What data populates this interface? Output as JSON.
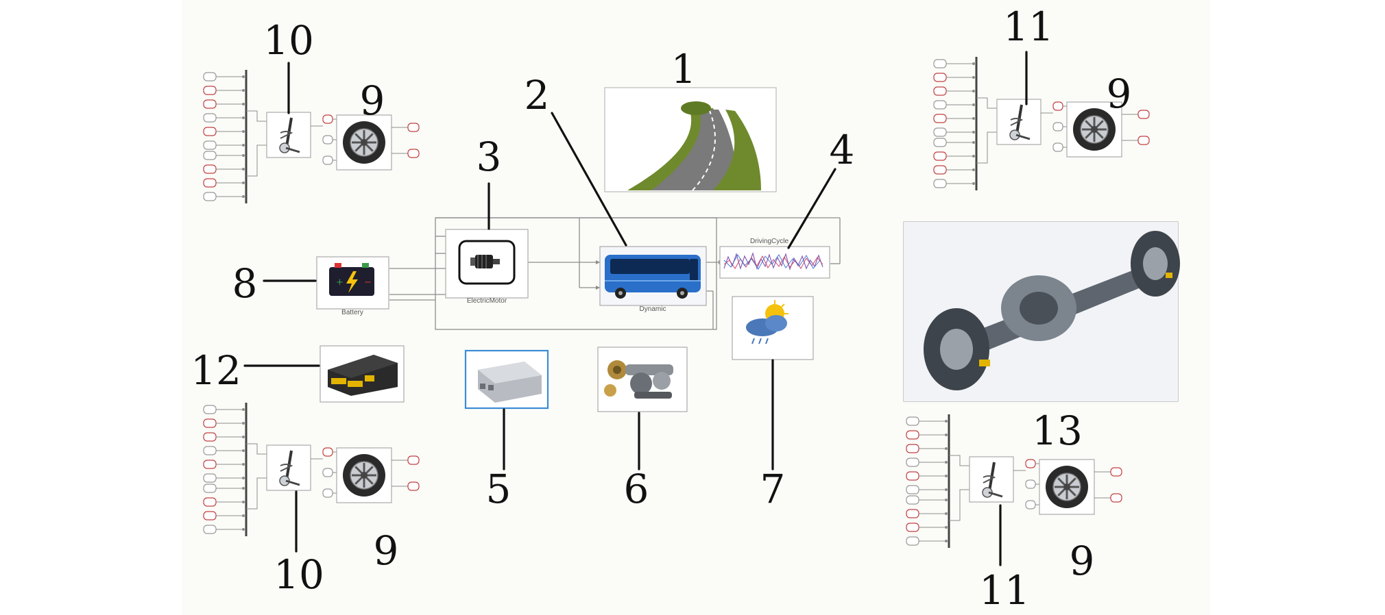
{
  "callouts": {
    "n1": "1",
    "n2": "2",
    "n3": "3",
    "n4": "4",
    "n5": "5",
    "n6": "6",
    "n7": "7",
    "n8": "8",
    "n12": "12",
    "n13": "13",
    "n9_tl": "9",
    "n9_tr": "9",
    "n9_bl": "9",
    "n9_br": "9",
    "n10_tl": "10",
    "n10_bl": "10",
    "n11_tr": "11",
    "n11_br": "11"
  },
  "block_labels": {
    "battery": "Battery",
    "electric_motor": "ElectricMotor",
    "dynamic": "Dynamic",
    "driving_cycle": "DrivingCycle"
  },
  "colors": {
    "bg_panel": "#fbfbf8",
    "wire": "#8c8c8c",
    "port_red": "#c04040",
    "road_green": "#6f8a2c",
    "road_grey": "#7a7a7a",
    "bus_blue": "#2a6fc9",
    "inverter_frame": "#3a8bd6",
    "ecu_yellow": "#e2b400",
    "battery_dark": "#1e1e2e",
    "wire_black": "#111111"
  },
  "icons": [
    "road-icon",
    "bus-icon",
    "electric-motor-icon",
    "driving-cycle-plot-icon",
    "inverter-icon",
    "gearbox-icon",
    "weather-icon",
    "battery-icon",
    "tire-icon",
    "suspension-icon",
    "ecu-icon",
    "rear-axle-icon"
  ]
}
